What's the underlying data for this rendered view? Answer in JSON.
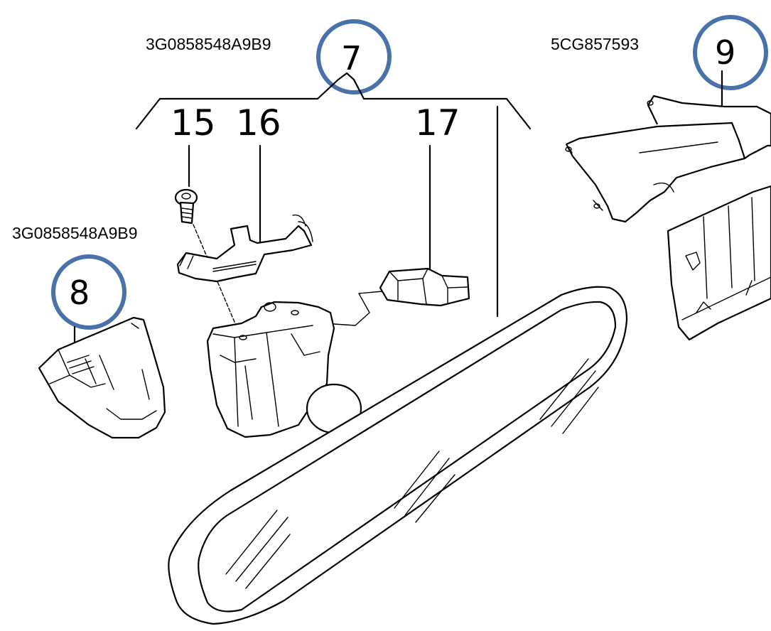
{
  "callouts": [
    {
      "number": "7",
      "part_code": "3G0858548A9B9"
    },
    {
      "number": "8",
      "part_code": "3G0858548A9B9"
    },
    {
      "number": "9",
      "part_code": "5CG857593"
    }
  ],
  "sub_parts": [
    "15",
    "16",
    "17"
  ],
  "colors": {
    "ring": "#4a72aa",
    "line": "#000000"
  }
}
